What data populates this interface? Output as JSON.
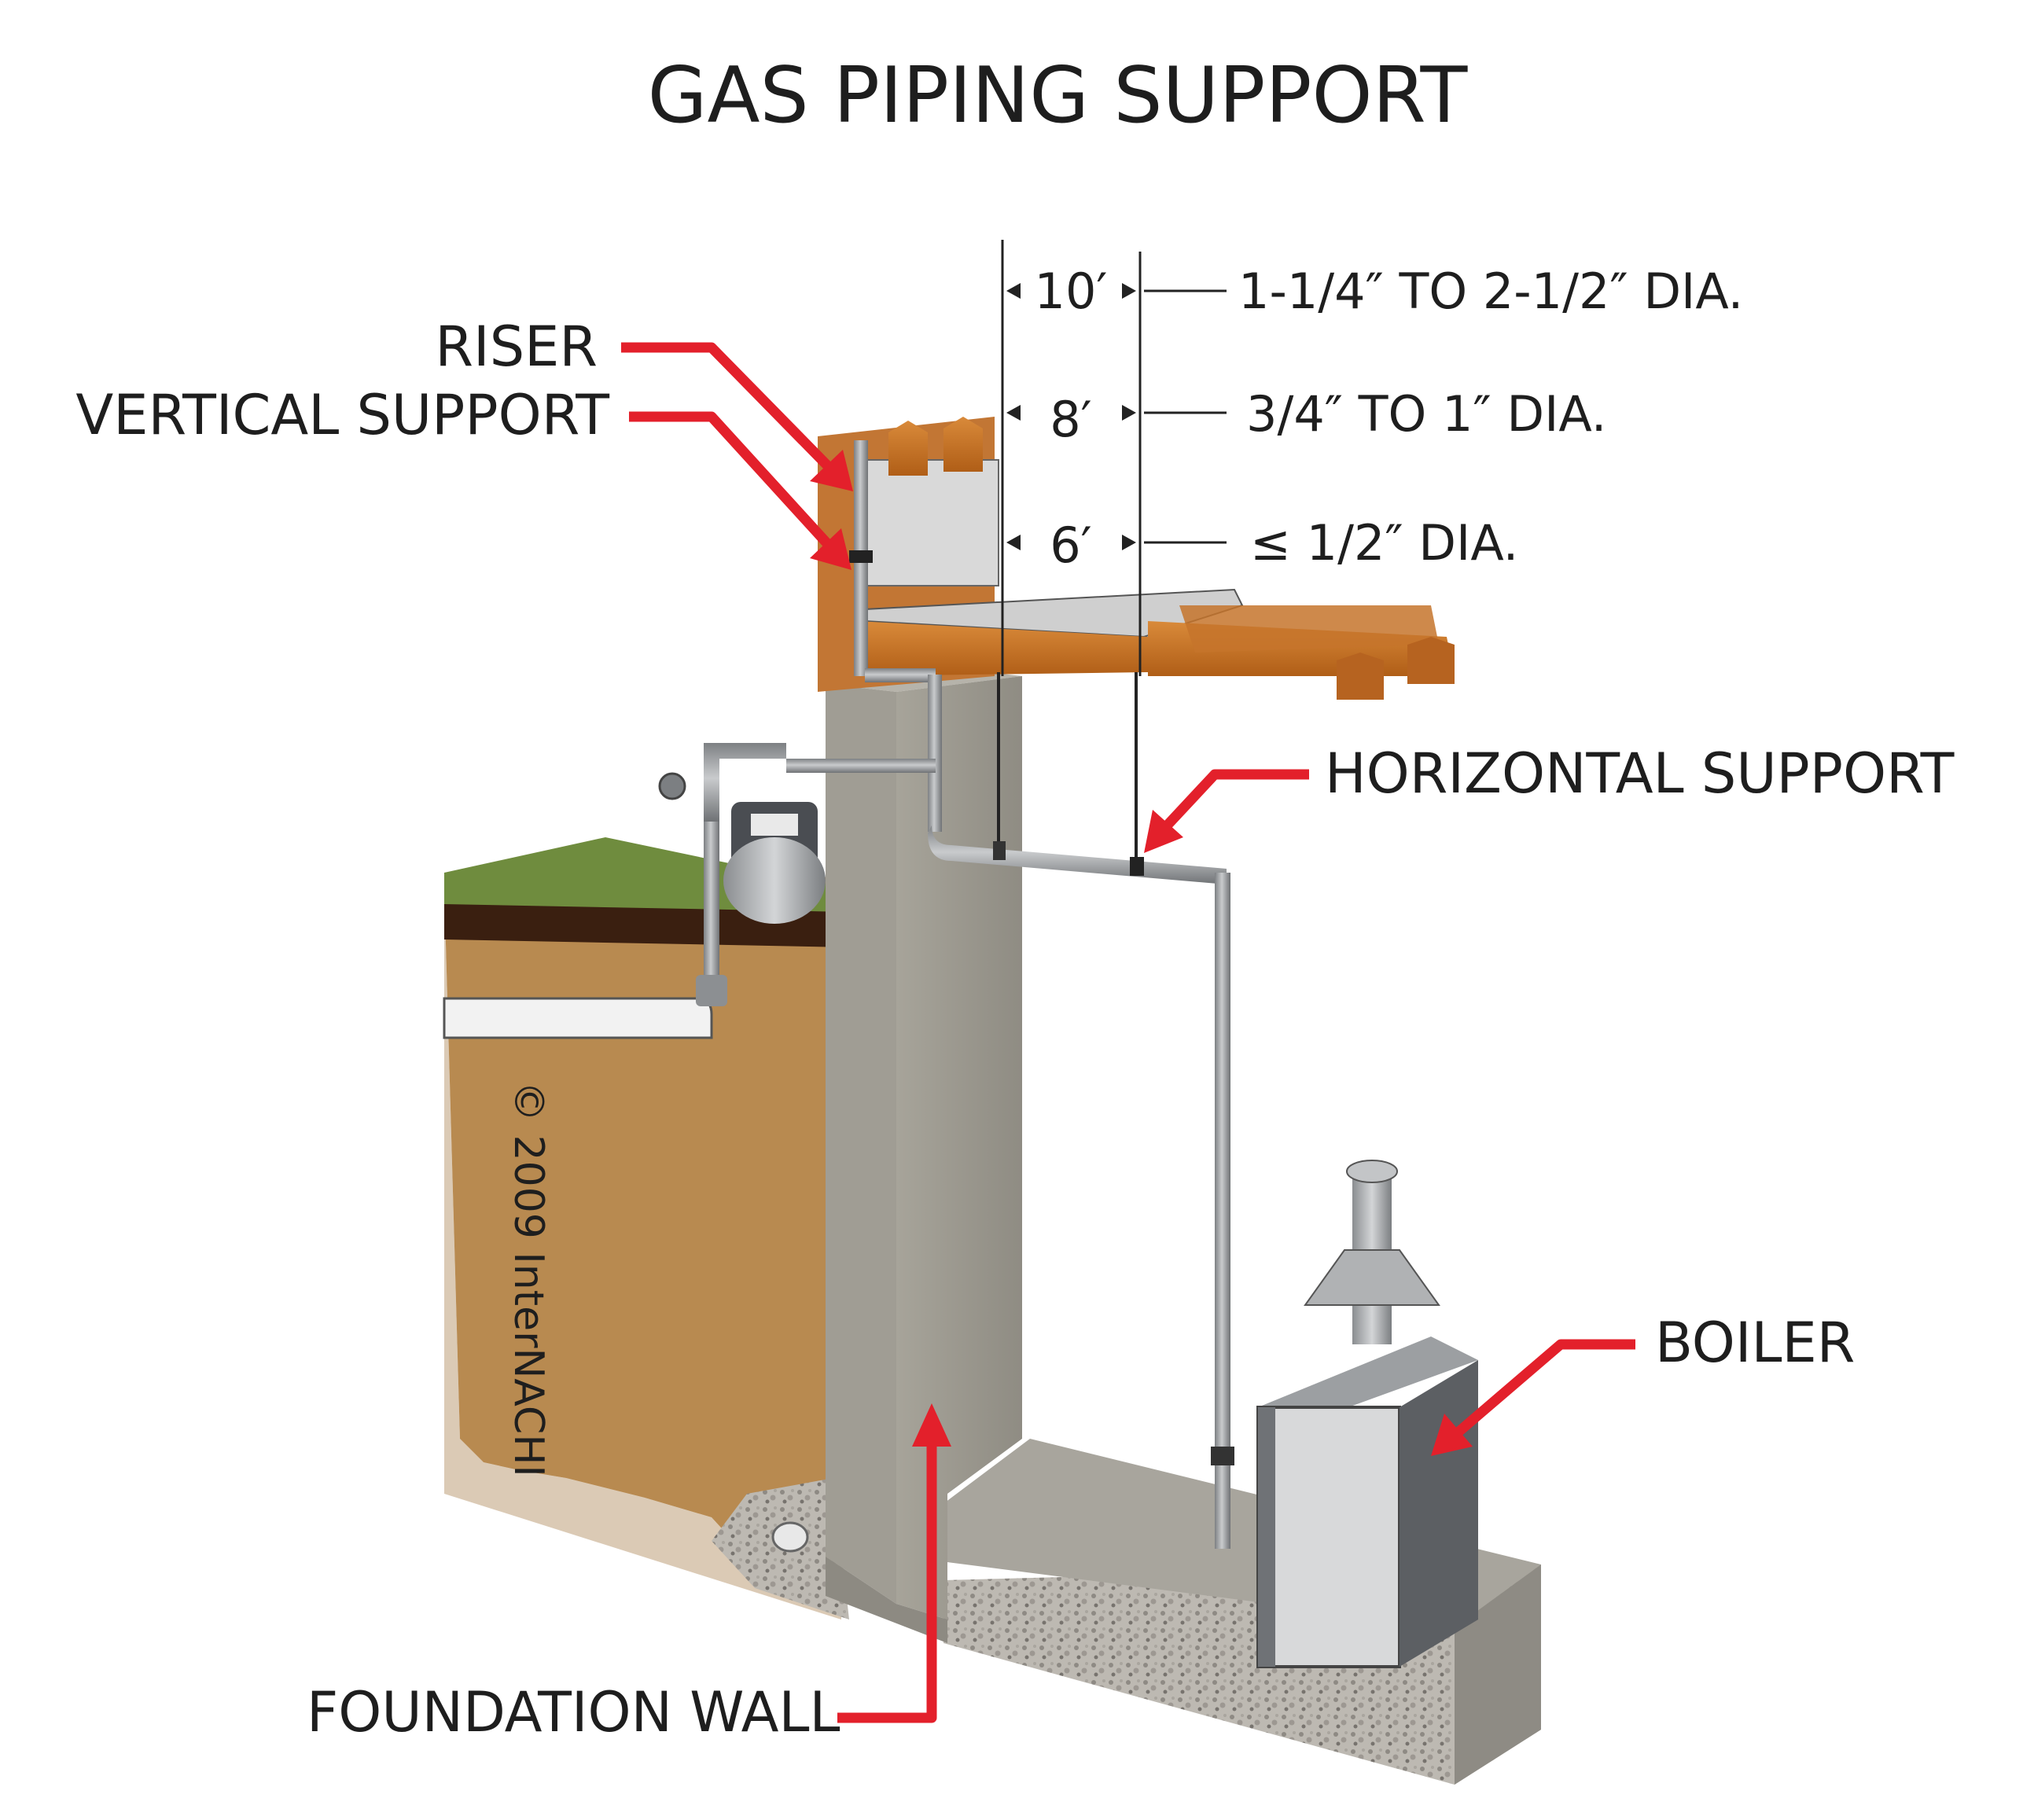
{
  "title": "GAS PIPING SUPPORT",
  "callouts": {
    "riser": "RISER",
    "vertical_support": "VERTICAL SUPPORT",
    "horizontal_support": "HORIZONTAL SUPPORT",
    "boiler": "BOILER",
    "foundation_wall": "FOUNDATION WALL"
  },
  "spacing_table": [
    {
      "spacing": "10′",
      "diameter": "1-1/4″ TO 2-1/2″ DIA."
    },
    {
      "spacing": "8′",
      "diameter": "3/4″ TO 1″  DIA."
    },
    {
      "spacing": "6′",
      "diameter": "≤ 1/2″ DIA."
    }
  ],
  "copyright": "© 2009  InterNACHI",
  "colors": {
    "arrow": "#e3202b",
    "concrete": "#9c9990",
    "soil": "#b6884e",
    "grass": "#6f8c3e",
    "lumber": "#c46c1f",
    "pipe": "#a8abad"
  }
}
